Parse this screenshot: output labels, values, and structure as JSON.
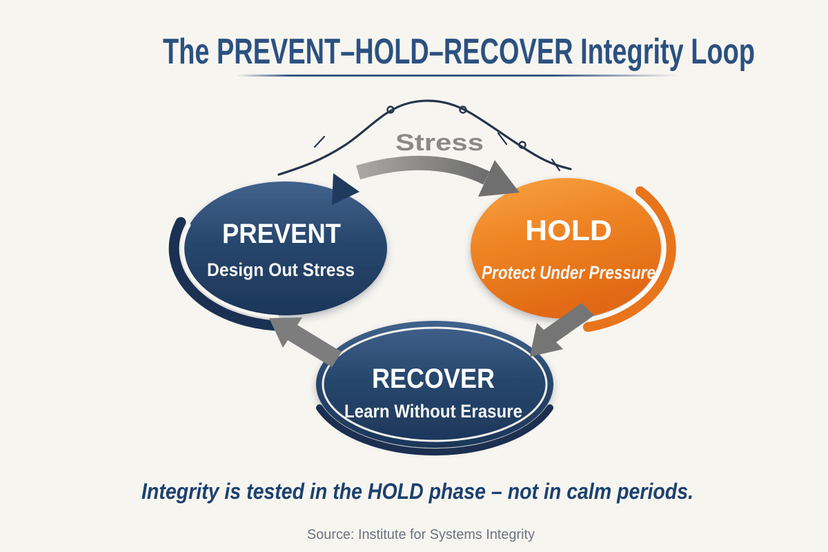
{
  "canvas": {
    "background_color": "#f7f5f0"
  },
  "header": {
    "title": "The PREVENT–HOLD–RECOVER Integrity Loop",
    "title_color": "#2b5180"
  },
  "stress_indicator": {
    "label": "Stress",
    "label_color": "#8a8a8a"
  },
  "loop": {
    "nodes": [
      {
        "id": "prevent",
        "label": "PREVENT",
        "subtitle": "Design Out Stress",
        "fill_color": "#27456b",
        "text_color": "#ffffff"
      },
      {
        "id": "hold",
        "label": "HOLD",
        "subtitle": "Protect Under Pressure",
        "fill_color": "#ee8124",
        "text_color": "#ffffff"
      },
      {
        "id": "recover",
        "label": "RECOVER",
        "subtitle": "Learn Without Erasure",
        "fill_color": "#27456b",
        "text_color": "#ffffff"
      }
    ],
    "edges": [
      {
        "from": "PREVENT",
        "to": "HOLD"
      },
      {
        "from": "HOLD",
        "to": "RECOVER"
      },
      {
        "from": "RECOVER",
        "to": "PREVENT"
      }
    ],
    "arrow_color": "#7d7d7d"
  },
  "tagline": {
    "text": "Integrity is tested in the HOLD phase – not in calm periods.",
    "color": "#1c416f"
  },
  "footer": {
    "source": "Source: Institute for Systems Integrity",
    "color": "#6a7380"
  }
}
